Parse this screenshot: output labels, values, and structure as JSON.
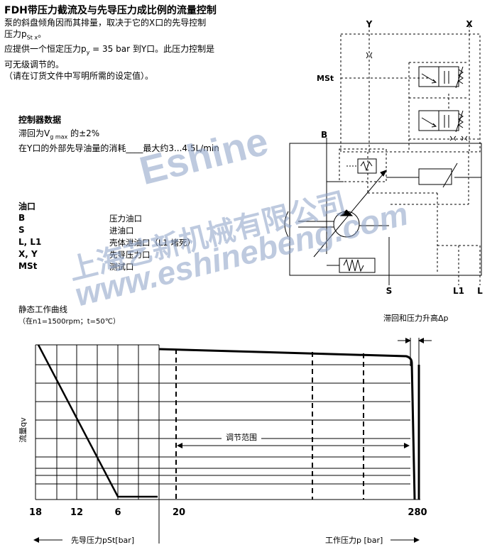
{
  "title": "FDH带压力截流及与先导压力成比例的流量控制",
  "intro": [
    "泵的斜盘倾角因而其排量，取决于它的X口的先导控制",
    "压力p",
    "St x",
    "。",
    "应提供一个恒定压力p",
    "y",
    " = 35 bar 到Y口。此压力控制是",
    "可无级调节的。",
    "（请在订货文件中写明所需的设定值）。"
  ],
  "controller": {
    "heading": "控制器数据",
    "hysteresis_pre": "滞回为V",
    "hysteresis_sub": "g max",
    "hysteresis_post": " 的±2%",
    "consumption": "在Y口的外部先导油量的消耗____最大约3...4.5L/min"
  },
  "ports": {
    "heading": "油口",
    "rows": [
      {
        "key": "B",
        "val": "压力油口"
      },
      {
        "key": "S",
        "val": "进油口"
      },
      {
        "key": "L, L1",
        "val": "壳体泄油口（L1 堵死）"
      },
      {
        "key": "X, Y",
        "val": "先导压力口"
      },
      {
        "key": "MSt",
        "val": "测试口"
      }
    ]
  },
  "schematic": {
    "labels": {
      "Y": "Y",
      "X": "X",
      "MSt": "MSt",
      "B": "B",
      "S": "S",
      "L1": "L1",
      "L": "L"
    }
  },
  "curve": {
    "heading": "静态工作曲线",
    "conditions": "（在n1=1500rpm；t=50℃）",
    "hysteresis_label": "滞回和压力升高Δp",
    "range_label": "调节范围",
    "y_axis_label": "流量qv",
    "left_ticks": [
      "18",
      "12",
      "6"
    ],
    "right_ticks": [
      "20",
      "280"
    ],
    "pilot_axis": "先导压力pSt[bar]",
    "work_axis": "工作压力p [bar]"
  },
  "watermark": {
    "brand": "Eshine",
    "company": "上海艺新机械有限公司",
    "url": "www.eshinebeng.com"
  },
  "colors": {
    "ink": "#000000",
    "watermark": "#8aa0c6"
  }
}
